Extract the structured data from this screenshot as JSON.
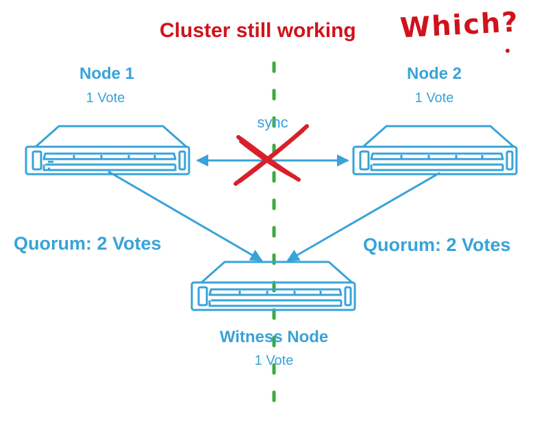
{
  "title": "Cluster still working",
  "handwritten": "Which?",
  "nodes": [
    {
      "name": "Node 1",
      "votes": "1 Vote"
    },
    {
      "name": "Node 2",
      "votes": "1 Vote"
    },
    {
      "name": "Witness Node",
      "votes": "1 Vote"
    }
  ],
  "link_label": "sync",
  "quorum_left": "Quorum: 2 Votes",
  "quorum_right": "Quorum: 2 Votes",
  "colors": {
    "accent": "#37a3d8",
    "alert": "#d0121b",
    "divider": "#3daa3d"
  },
  "icons": [
    "server-icon",
    "cross-mark-icon",
    "divider-line"
  ]
}
